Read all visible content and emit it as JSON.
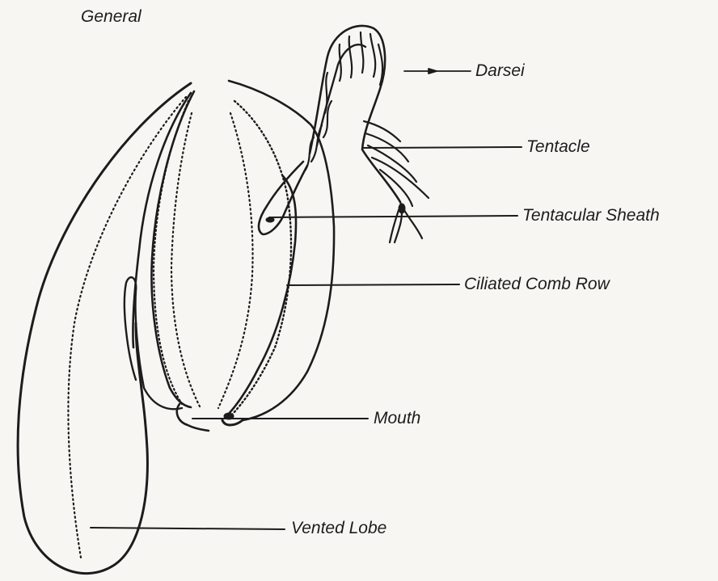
{
  "diagram": {
    "title": "General",
    "labels": {
      "darsei": "Darsei",
      "tentacle": "Tentacle",
      "tentacular_sheath": "Tentacular Sheath",
      "ciliated_comb_row": "Ciliated Comb Row",
      "mouth": "Mouth",
      "vented_lobe": "Vented Lobe"
    },
    "colors": {
      "ink": "#1c1c1c",
      "paper": "#f7f6f3"
    }
  }
}
